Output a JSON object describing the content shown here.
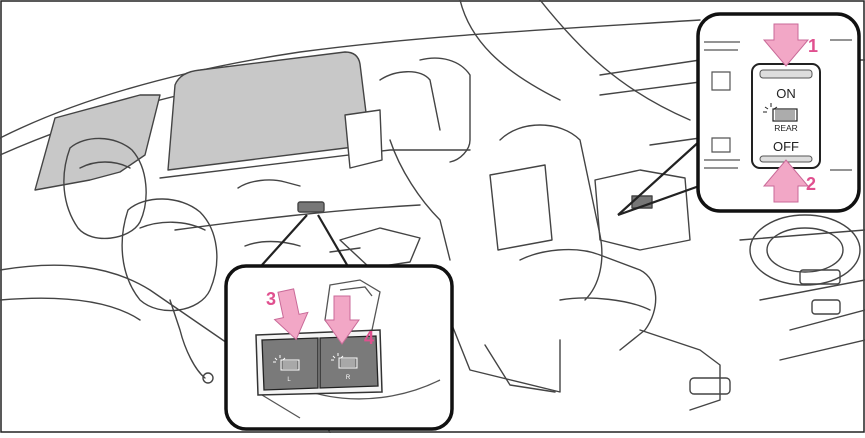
{
  "callout_top": {
    "label_on": "ON",
    "label_rear": "REAR",
    "label_off": "OFF",
    "marker_1": "1",
    "marker_2": "2"
  },
  "callout_bottom": {
    "marker_3": "3",
    "marker_4": "4",
    "switch_left_letter": "L",
    "switch_right_letter": "R"
  },
  "icons": {
    "sunshade": "rear-sunshade-icon",
    "side_sunshade": "side-sunshade-icon"
  },
  "colors": {
    "arrow_pink": "#f2a7c6",
    "marker_pink": "#e0508f",
    "shade_gray": "#c8c8c8",
    "line": "#333333",
    "switch_bg": "#7a7a7a"
  }
}
